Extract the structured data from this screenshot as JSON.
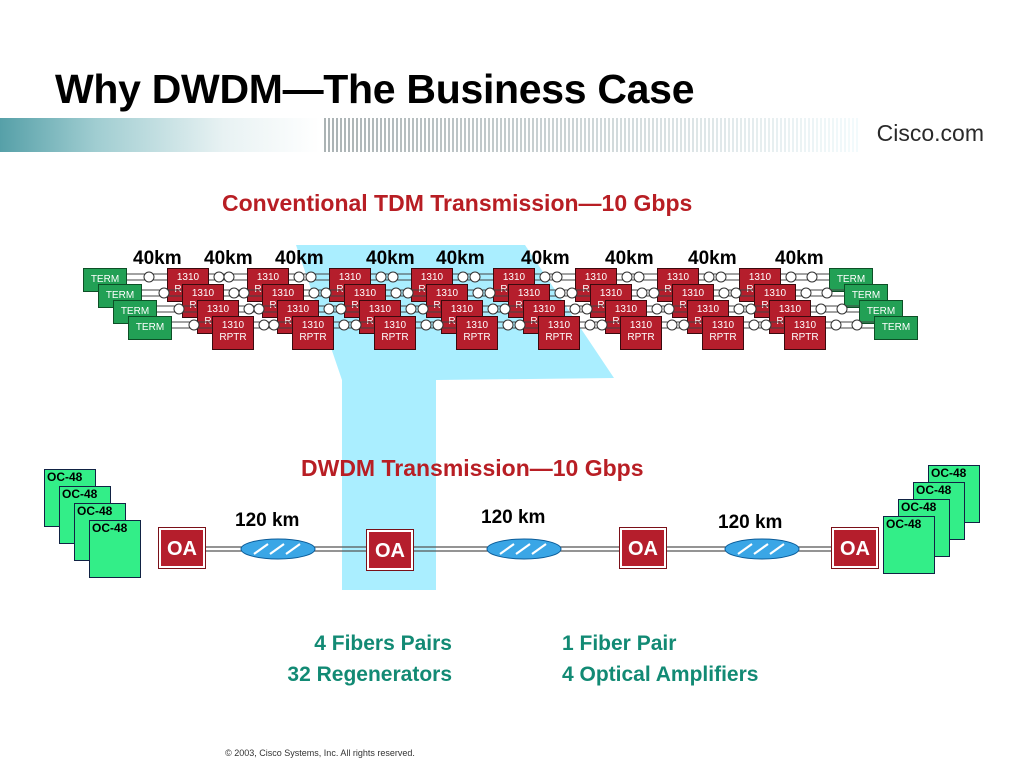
{
  "slide": {
    "title": "Why DWDM—The Business Case",
    "brand": "Cisco.com",
    "copyright": "© 2003, Cisco Systems, Inc. All rights reserved."
  },
  "tdm": {
    "heading": "Conventional TDM Transmission—10 Gbps",
    "spans": [
      "40km",
      "40km",
      "40km",
      "40km",
      "40km",
      "40km",
      "40km",
      "40km",
      "40km"
    ],
    "terminal_label": "TERM",
    "repeater_label_top": "1310",
    "repeater_label_bottom": "RPTR"
  },
  "dwdm": {
    "heading": "DWDM Transmission—10 Gbps",
    "spans": [
      "120 km",
      "120 km",
      "120 km"
    ],
    "amplifier_label": "OA",
    "client_label": "OC-48"
  },
  "comparison": {
    "tdm_lines": [
      "4 Fibers Pairs",
      "32 Regenerators"
    ],
    "dwdm_lines": [
      "1 Fiber Pair",
      "4 Optical Amplifiers"
    ]
  },
  "colors": {
    "title": "#000000",
    "section_heading": "#b81e24",
    "note": "#128a74",
    "terminal": "#22a055",
    "repeater": "#b51e2c",
    "client": "#33ee88",
    "highlight": "#aaeeff"
  }
}
